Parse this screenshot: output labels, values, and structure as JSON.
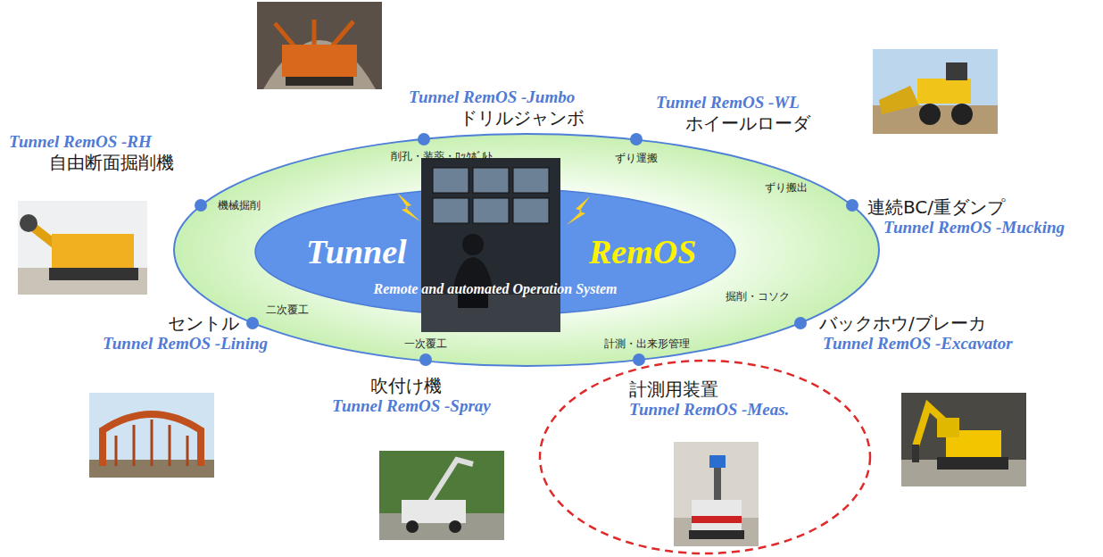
{
  "diagram": {
    "nodes": [
      {
        "text": [
          "Tunnel RemOS -Jumbo",
          "ドリルジャンボ"
        ]
      },
      {
        "text": [
          "Tunnel RemOS -WL",
          "ホイールローダ"
        ]
      },
      {
        "text": [
          "Tunnel RemOS -RH",
          "自由断面掘削機"
        ]
      },
      {
        "text": [
          "Tunnel",
          "RemOS",
          "Remote and automated Operation System"
        ]
      },
      {
        "text": [
          "連続BC/重ダンプ",
          "Tunnel RemOS -Mucking"
        ]
      },
      {
        "text": [
          "セントル",
          "Tunnel RemOS -Lining"
        ]
      },
      {
        "text": [
          "バックホウ/ブレーカ",
          "Tunnel RemOS -Excavator"
        ]
      },
      {
        "text": [
          "吹付け機",
          "Tunnel RemOS -Spray"
        ]
      },
      {
        "text": [
          "計測用装置",
          "Tunnel RemOS -Meas."
        ]
      }
    ],
    "labels": [
      "削孔・装薬・ﾛｯｸﾎﾞﾙﾄ",
      "ずり運搬",
      "機械掘削",
      "ずり搬出",
      "掘削・コソク",
      "二次覆工",
      "一次覆工",
      "計測・出来形管理"
    ]
  }
}
